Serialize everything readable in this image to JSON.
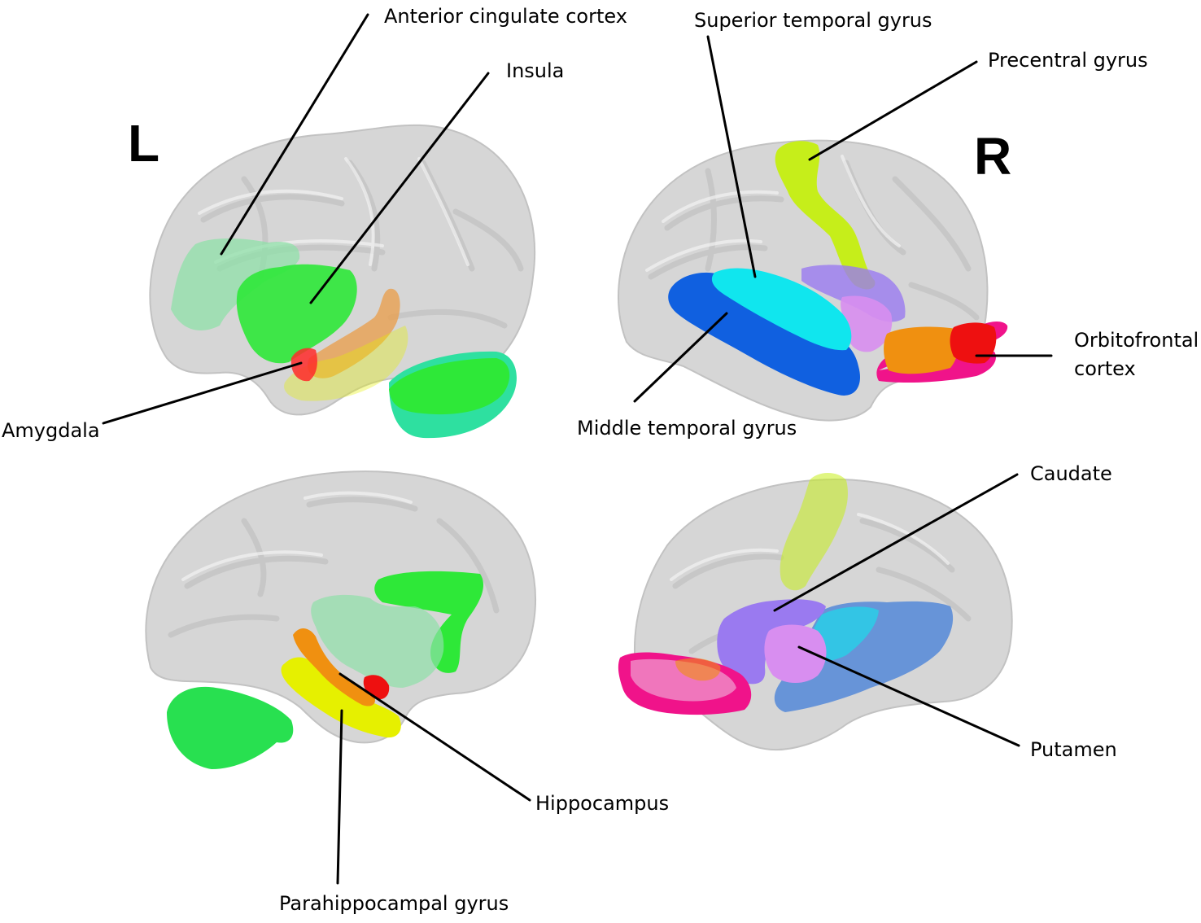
{
  "hemispheres": {
    "left": "L",
    "right": "R"
  },
  "labels": {
    "anterior_cingulate_cortex": "Anterior cingulate cortex",
    "insula": "Insula",
    "amygdala": "Amygdala",
    "superior_temporal_gyrus": "Superior temporal gyrus",
    "precentral_gyrus": "Precentral gyrus",
    "orbitofrontal_cortex_line1": "Orbitofrontal",
    "orbitofrontal_cortex_line2": "cortex",
    "middle_temporal_gyrus": "Middle temporal gyrus",
    "caudate": "Caudate",
    "putamen": "Putamen",
    "hippocampus": "Hippocampus",
    "parahippocampal_gyrus": "Parahippocampal gyrus"
  },
  "region_colors": {
    "anterior_cingulate_cortex": "#8fe0a8",
    "insula": "#2ee838",
    "amygdala": "#ff2a2a",
    "hippocampus": "#e89a40",
    "parahippocampal_gyrus": "#e6f000",
    "precentral_gyrus": "#c6ee1a",
    "superior_temporal_gyrus": "#10e6ee",
    "middle_temporal_gyrus": "#1060e0",
    "orbitofrontal_cortex": "#f0138a",
    "orbitofrontal_orange": "#f09010",
    "orbitofrontal_red": "#ee1010",
    "caudate": "#9a7af0",
    "putamen": "#d88ef0",
    "cerebellar_region": "#28e050"
  }
}
